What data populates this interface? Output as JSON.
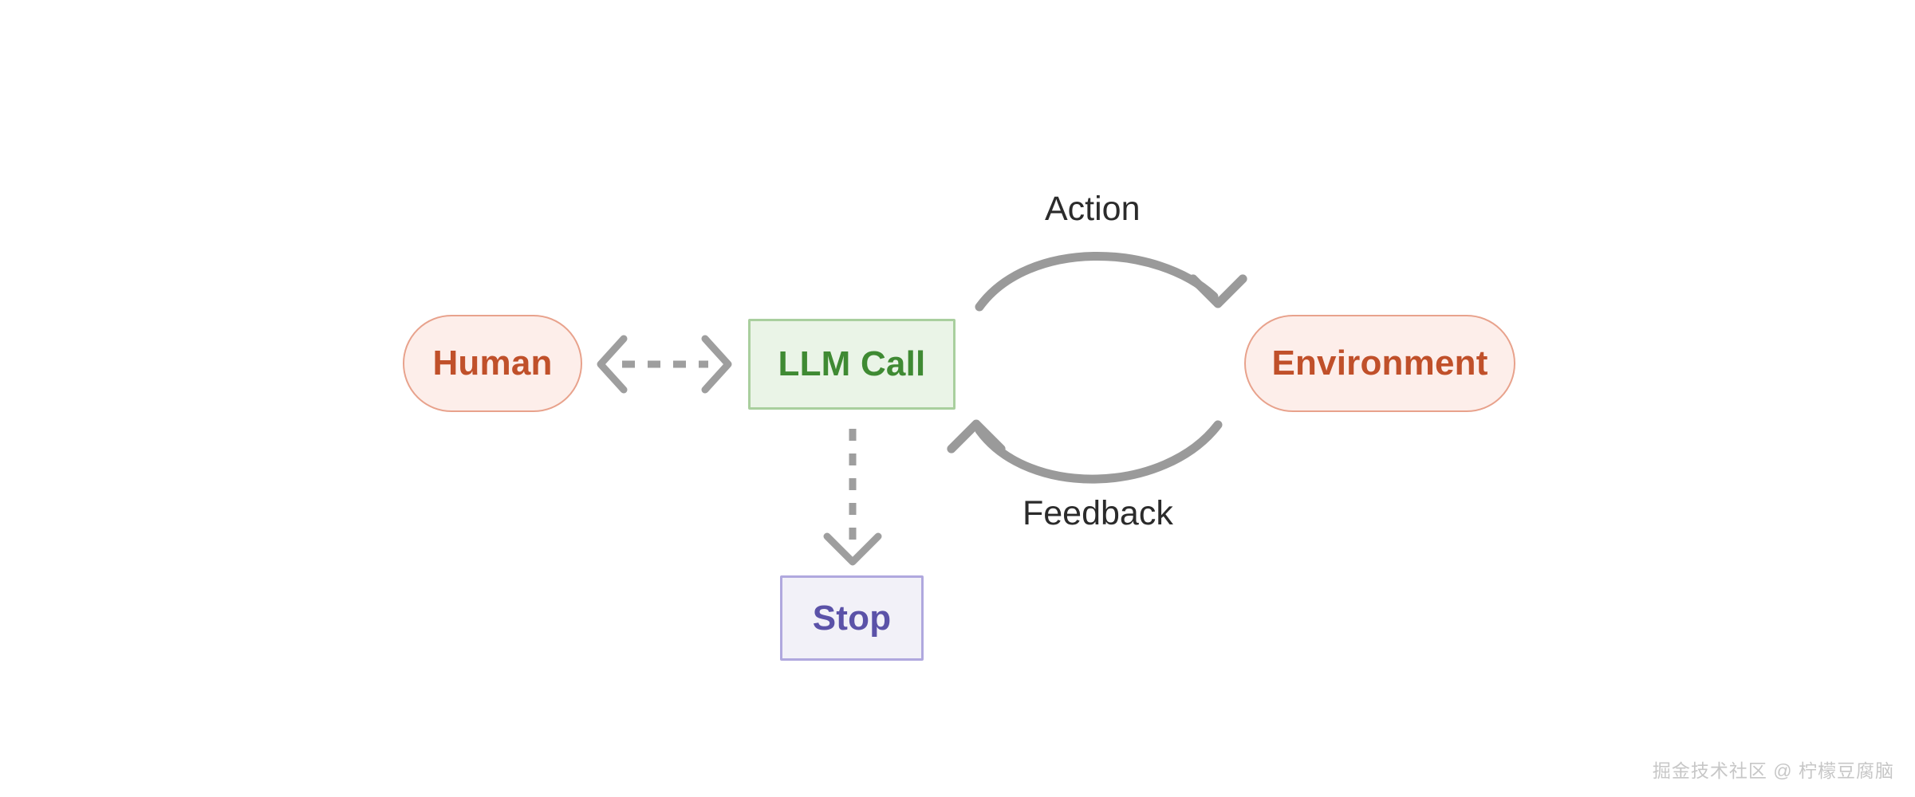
{
  "diagram": {
    "title": "Agent loop diagram",
    "background": "#ffffff",
    "nodes": [
      {
        "id": "human",
        "label": "Human",
        "shape": "pill",
        "fill": "#fdeeea",
        "border": "#e8a28c",
        "text_color": "#c0502a"
      },
      {
        "id": "llm-call",
        "label": "LLM Call",
        "shape": "rectangle",
        "fill": "#eaf4e7",
        "border": "#a9cf9e",
        "text_color": "#3f8a33"
      },
      {
        "id": "environment",
        "label": "Environment",
        "shape": "pill",
        "fill": "#fdeeea",
        "border": "#e8a28c",
        "text_color": "#c0502a"
      },
      {
        "id": "stop",
        "label": "Stop",
        "shape": "rectangle",
        "fill": "#f2f1f8",
        "border": "#b0a8de",
        "text_color": "#5b52a8"
      }
    ],
    "edges": [
      {
        "id": "human-llm",
        "from": "human",
        "to": "llm-call",
        "label": "",
        "style": "dashed",
        "arrowheads": "both",
        "color": "#9e9e9e"
      },
      {
        "id": "llm-environment",
        "from": "llm-call",
        "to": "environment",
        "label": "Action",
        "style": "solid-curved",
        "arrowheads": "end",
        "color": "#9a9a9a"
      },
      {
        "id": "environment-llm",
        "from": "environment",
        "to": "llm-call",
        "label": "Feedback",
        "style": "solid-curved",
        "arrowheads": "end",
        "color": "#9a9a9a"
      },
      {
        "id": "llm-stop",
        "from": "llm-call",
        "to": "stop",
        "label": "",
        "style": "dashed",
        "arrowheads": "end",
        "color": "#9e9e9e"
      }
    ],
    "label_color": "#2b2b2b"
  },
  "watermark": {
    "text": "掘金技术社区 @ 柠檬豆腐脑",
    "color": "#c7c7c7"
  }
}
